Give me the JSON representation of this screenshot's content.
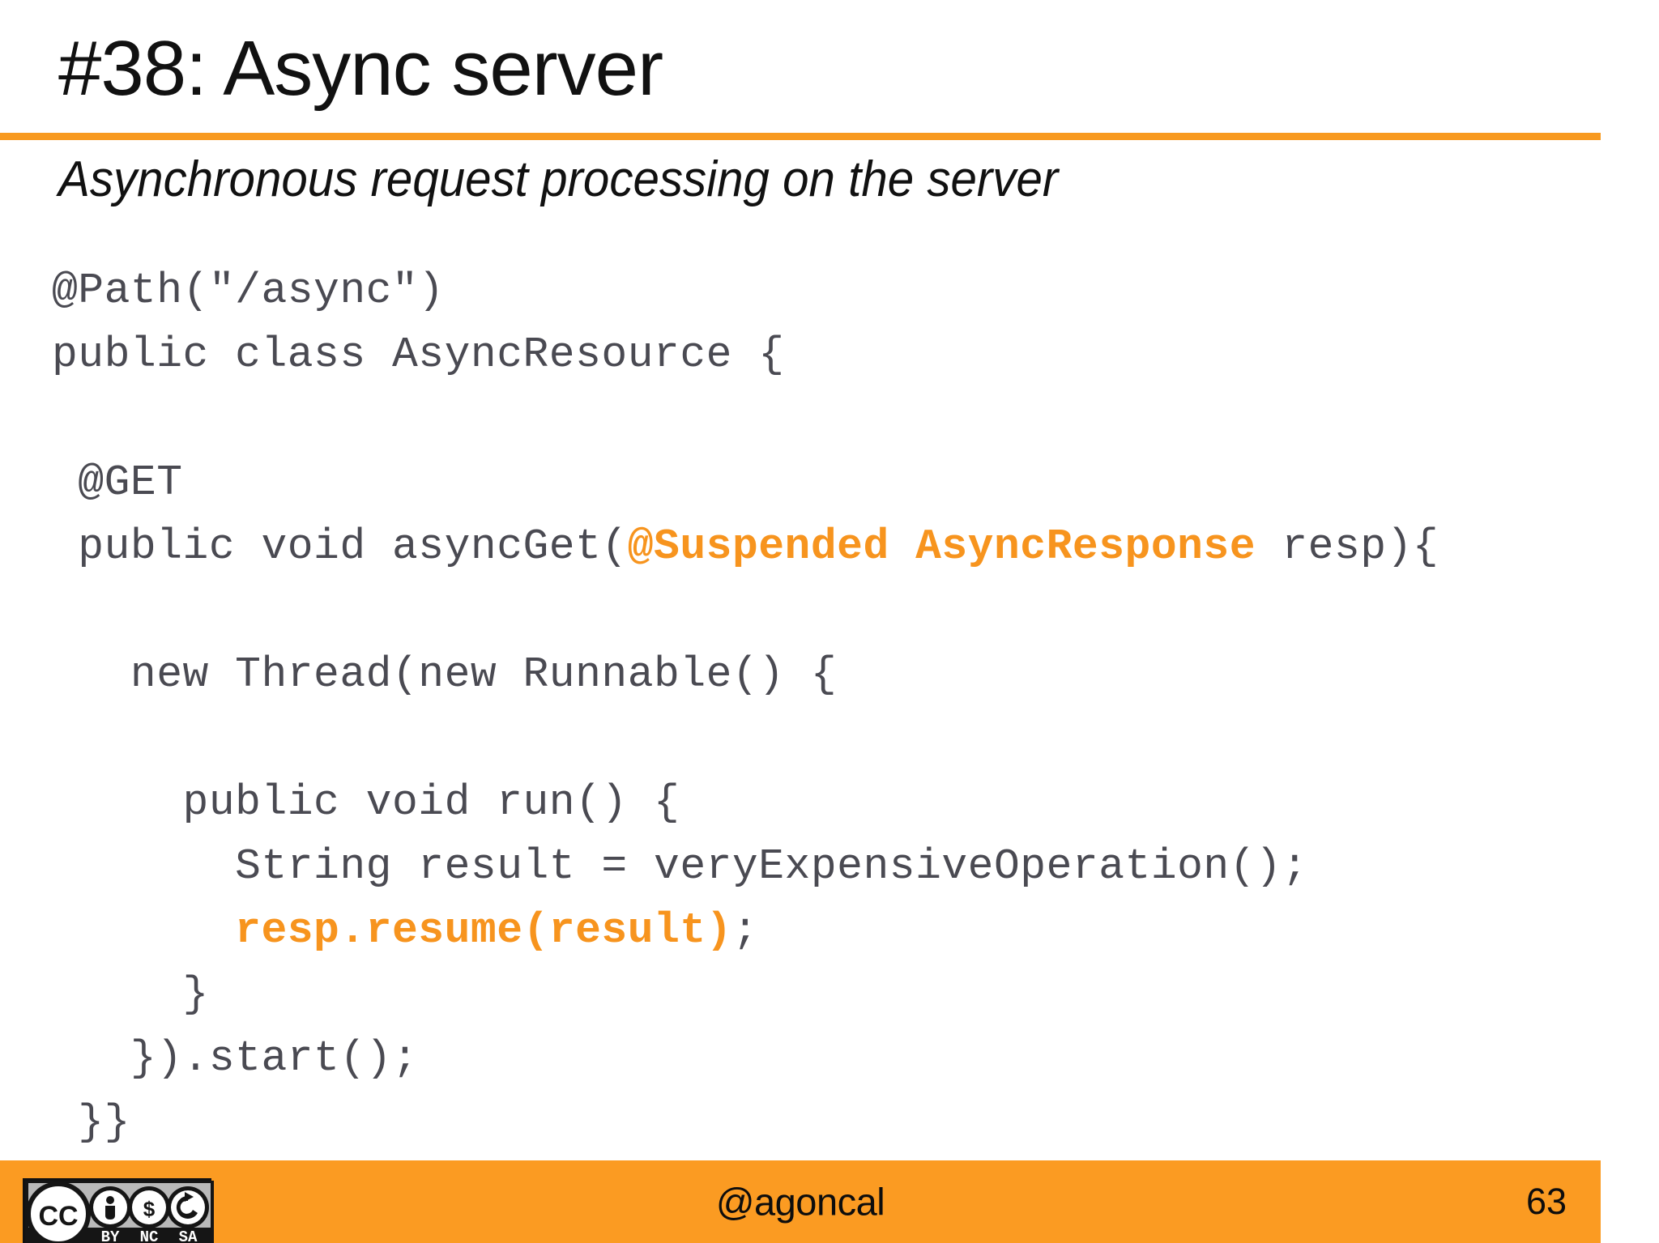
{
  "slide": {
    "title": "#38: Async server",
    "subtitle": "Asynchronous request processing on the server",
    "accent_color": "#F7941E",
    "rule_color": "#F89A20",
    "footer_bar_color": "#FB9B22",
    "code_color": "#4a4a52",
    "title_color": "#111111"
  },
  "code": {
    "language": "java",
    "lines": [
      {
        "id": "l1",
        "segments": [
          {
            "text": "@Path(\"/async\")",
            "style": "plain"
          }
        ]
      },
      {
        "id": "l2",
        "segments": [
          {
            "text": "public class AsyncResource {",
            "style": "plain"
          }
        ]
      },
      {
        "id": "l3",
        "segments": [
          {
            "text": "",
            "style": "plain"
          }
        ]
      },
      {
        "id": "l4",
        "segments": [
          {
            "text": " @GET",
            "style": "plain"
          }
        ]
      },
      {
        "id": "l5",
        "segments": [
          {
            "text": " public void asyncGet(",
            "style": "plain"
          },
          {
            "text": "@Suspended AsyncResponse",
            "style": "highlight"
          },
          {
            "text": " resp){",
            "style": "plain"
          }
        ]
      },
      {
        "id": "l6",
        "segments": [
          {
            "text": "",
            "style": "plain"
          }
        ]
      },
      {
        "id": "l7",
        "segments": [
          {
            "text": "   new Thread(new Runnable() {",
            "style": "plain"
          }
        ]
      },
      {
        "id": "l8",
        "segments": [
          {
            "text": "",
            "style": "plain"
          }
        ]
      },
      {
        "id": "l9",
        "segments": [
          {
            "text": "     public void run() {",
            "style": "plain"
          }
        ]
      },
      {
        "id": "l10",
        "segments": [
          {
            "text": "       String result = veryExpensiveOperation();",
            "style": "plain"
          }
        ]
      },
      {
        "id": "l11",
        "segments": [
          {
            "text": "       ",
            "style": "plain"
          },
          {
            "text": "resp.resume(result)",
            "style": "highlight"
          },
          {
            "text": ";",
            "style": "plain"
          }
        ]
      },
      {
        "id": "l12",
        "segments": [
          {
            "text": "     }",
            "style": "plain"
          }
        ]
      },
      {
        "id": "l13",
        "segments": [
          {
            "text": "   }).start();",
            "style": "plain"
          }
        ]
      },
      {
        "id": "l14",
        "segments": [
          {
            "text": " }}",
            "style": "plain"
          }
        ]
      }
    ]
  },
  "footer": {
    "handle": "@agoncal",
    "page_number": "63",
    "license_badge": {
      "name": "creative-commons-by-nc-sa",
      "cc_label": "CC",
      "terms": [
        "BY",
        "NC",
        "SA"
      ]
    }
  }
}
